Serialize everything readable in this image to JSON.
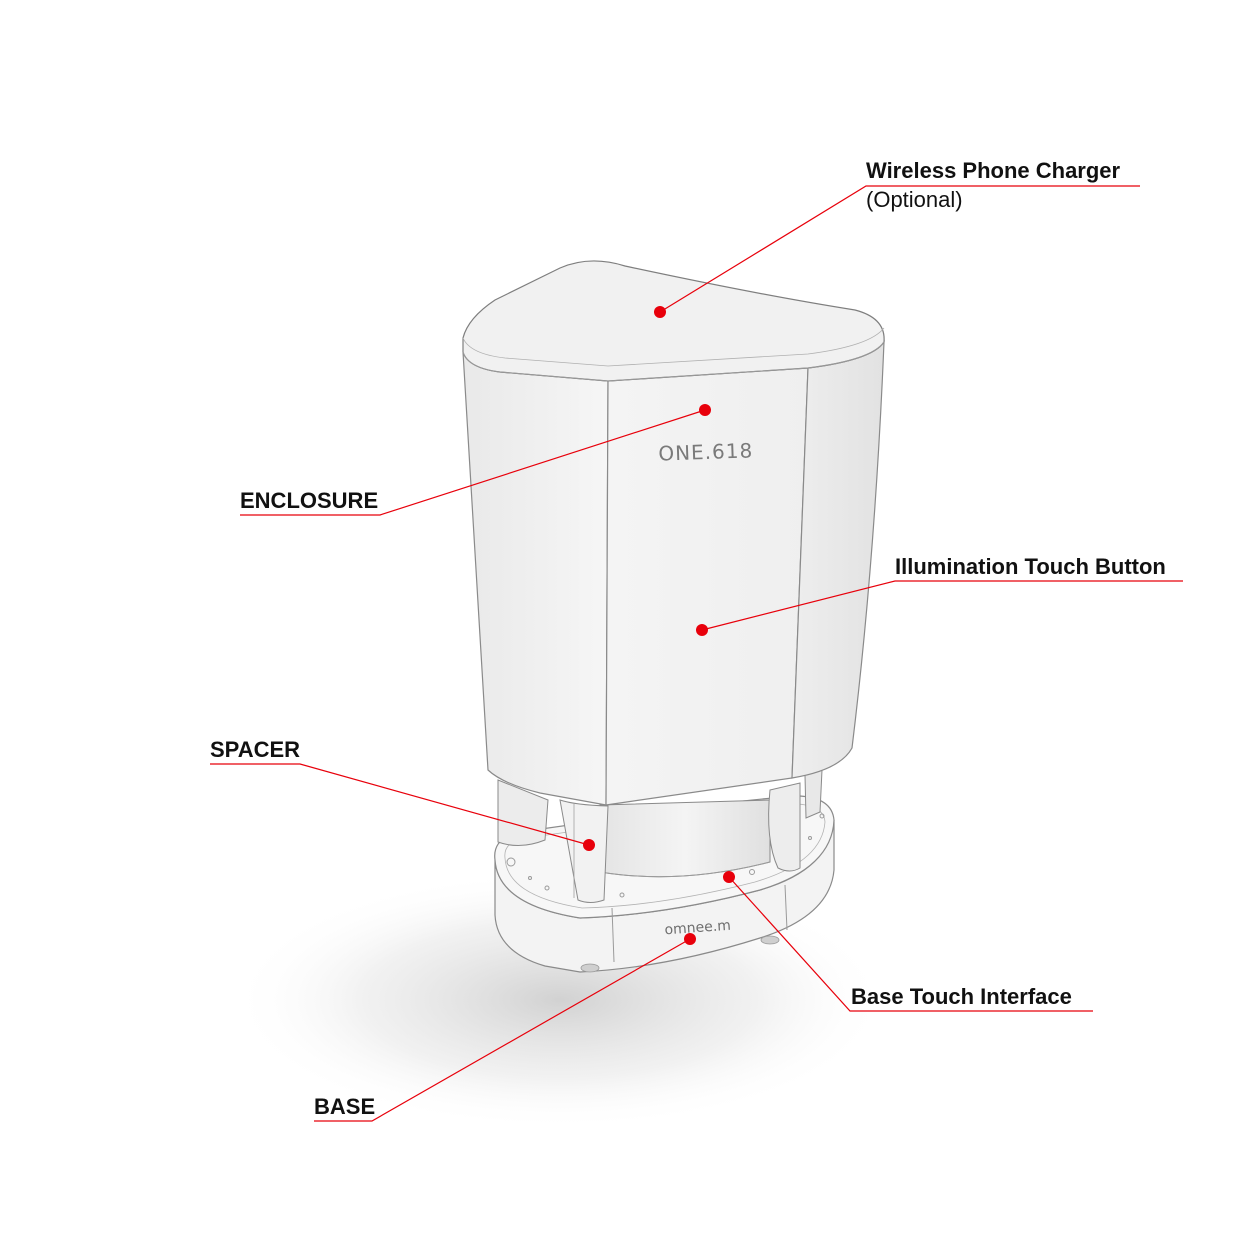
{
  "colors": {
    "accent": "#e8000b",
    "product_body": "#f2f2f2",
    "outline": "#8a8a8a",
    "text": "#111111"
  },
  "product": {
    "enclosure_text": "ONE.618",
    "base_text": "omnee.m"
  },
  "callouts": {
    "wireless_charger": {
      "label": "Wireless Phone Charger",
      "note": "(Optional)"
    },
    "enclosure": {
      "label": "ENCLOSURE"
    },
    "illumination": {
      "label": "Illumination Touch Button"
    },
    "spacer": {
      "label": "SPACER"
    },
    "base_touch": {
      "label": "Base Touch Interface"
    },
    "base": {
      "label": "BASE"
    }
  }
}
